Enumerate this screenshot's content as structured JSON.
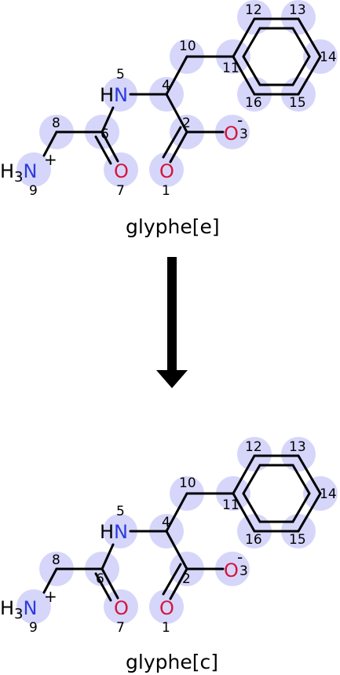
{
  "reactant": {
    "name": "glyphe[e]",
    "labels": {
      "N_amine": "N",
      "H3": "H",
      "H3_sub": "3",
      "plus": "+",
      "NH": "N",
      "NH_H": "H",
      "O7": "O",
      "O1": "O",
      "O3": "O",
      "minus": "-"
    },
    "indices": [
      "1",
      "2",
      "3",
      "4",
      "5",
      "6",
      "7",
      "8",
      "9",
      "10",
      "11",
      "12",
      "13",
      "14",
      "15",
      "16"
    ]
  },
  "product": {
    "name": "glyphe[c]",
    "labels": {
      "N_amine": "N",
      "H3": "H",
      "H3_sub": "3",
      "plus": "+",
      "NH": "N",
      "NH_H": "H",
      "O7": "O",
      "O1": "O",
      "O3": "O",
      "minus": "-"
    },
    "indices": [
      "1",
      "2",
      "3",
      "4",
      "5",
      "6",
      "7",
      "8",
      "9",
      "10",
      "11",
      "12",
      "13",
      "14",
      "15",
      "16"
    ]
  },
  "colors": {
    "highlight": "#d6d6fb",
    "nitrogen": "#2d3cdc",
    "oxygen": "#d4163c",
    "bond": "#000000"
  }
}
